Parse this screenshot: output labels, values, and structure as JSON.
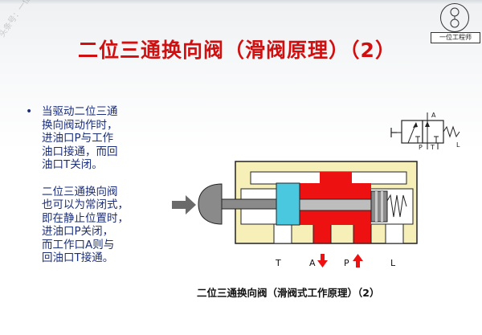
{
  "title": "二位三通换向阀（滑阀原理）（2）",
  "logo_text": "一位工程师",
  "watermark": "头条号：一位工程师",
  "bullets": {
    "para1": [
      "当驱动二位三通",
      "换向阀动作时，",
      "进油口P与工作",
      "油口接通，而回",
      "油口T关闭。"
    ],
    "para2": [
      "二位三通换向阀",
      "也可以为常闭式，",
      "即在静止位置时，",
      "进油口P关闭，",
      "而工作口A则与",
      "回油口T接通。"
    ]
  },
  "symbol_labels": {
    "a": "A",
    "p": "P",
    "t": "T",
    "l": "L"
  },
  "port_labels": {
    "t": "T",
    "a": "A",
    "p": "P",
    "l": "L"
  },
  "caption": "二位三通换向阀（滑阀式工作原理）（2）",
  "colors": {
    "title": "#d01010",
    "text": "#1b2e7a",
    "body_fill": "#f6efb8",
    "oil": "#ee1111",
    "spool_cyan": "#49c8e0",
    "plunger": "#8a8a8a",
    "arrow": "#6a6a6a"
  },
  "icons": [
    "valve-symbol-icon",
    "arrow-right-icon",
    "spring-icon",
    "arrow-down-icon",
    "arrow-up-icon",
    "logo-icon"
  ]
}
